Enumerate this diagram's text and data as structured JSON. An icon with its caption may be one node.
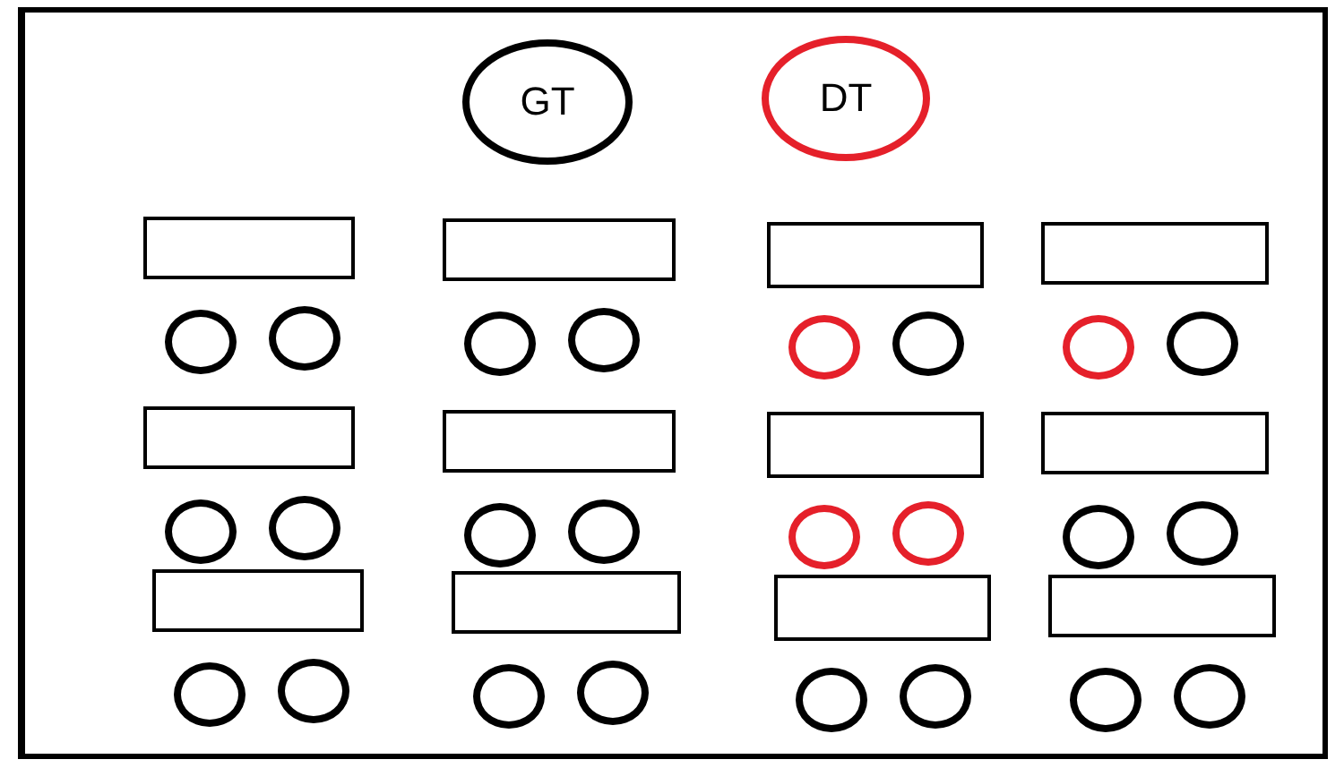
{
  "diagram": {
    "nodes": [
      {
        "text": [
          "GT"
        ]
      },
      {
        "text": [
          "DT"
        ]
      },
      {
        "text": [],
        "shape": "box"
      },
      {
        "text": [],
        "shape": "box"
      },
      {
        "text": [],
        "shape": "box"
      },
      {
        "text": [],
        "shape": "box"
      },
      {
        "text": [],
        "shape": "circle"
      },
      {
        "text": [],
        "shape": "circle"
      },
      {
        "text": [],
        "shape": "circle"
      },
      {
        "text": [],
        "shape": "circle"
      },
      {
        "text": [],
        "shape": "circle"
      },
      {
        "text": [],
        "shape": "circle"
      },
      {
        "text": [],
        "shape": "circle"
      },
      {
        "text": [],
        "shape": "circle"
      },
      {
        "text": [],
        "shape": "box"
      },
      {
        "text": [],
        "shape": "box"
      },
      {
        "text": [],
        "shape": "box"
      },
      {
        "text": [],
        "shape": "box"
      },
      {
        "text": [],
        "shape": "circle"
      },
      {
        "text": [],
        "shape": "circle"
      },
      {
        "text": [],
        "shape": "circle"
      },
      {
        "text": [],
        "shape": "circle"
      },
      {
        "text": [],
        "shape": "circle"
      },
      {
        "text": [],
        "shape": "circle"
      },
      {
        "text": [],
        "shape": "circle"
      },
      {
        "text": [],
        "shape": "circle"
      },
      {
        "text": [],
        "shape": "box"
      },
      {
        "text": [],
        "shape": "box"
      },
      {
        "text": [],
        "shape": "box"
      },
      {
        "text": [],
        "shape": "box"
      },
      {
        "text": [],
        "shape": "circle"
      },
      {
        "text": [],
        "shape": "circle"
      },
      {
        "text": [],
        "shape": "circle"
      },
      {
        "text": [],
        "shape": "circle"
      },
      {
        "text": [],
        "shape": "circle"
      },
      {
        "text": [],
        "shape": "circle"
      },
      {
        "text": [],
        "shape": "circle"
      },
      {
        "text": [],
        "shape": "circle"
      }
    ],
    "edges": []
  }
}
